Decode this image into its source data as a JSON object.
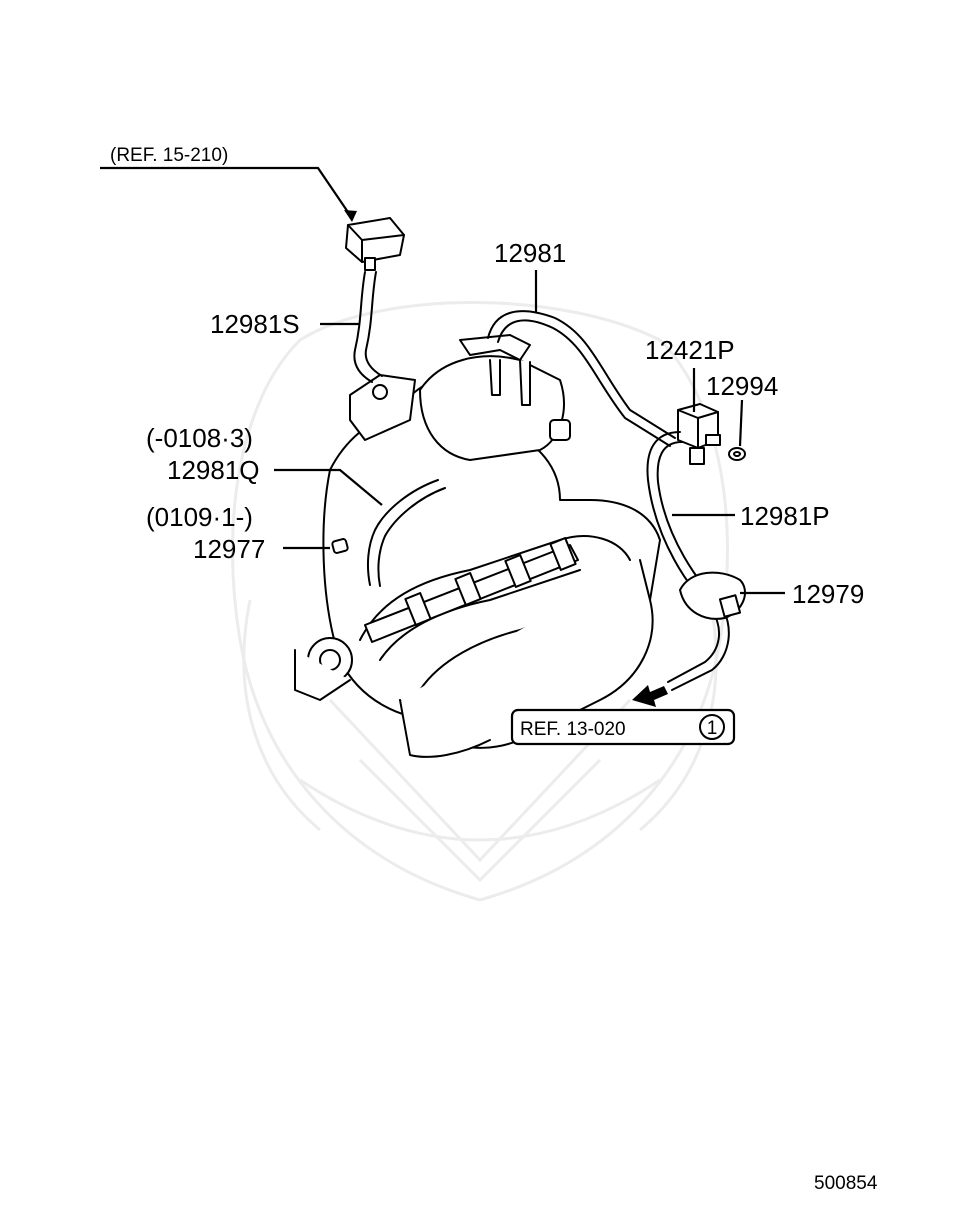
{
  "labels": {
    "ref_top": "(REF. 15-210)",
    "p12981s": "12981S",
    "p12981": "12981",
    "p12421p": "12421P",
    "p12994": "12994",
    "range_a": "(-0108·3)",
    "p12981q": "12981Q",
    "range_b": "(0109·1-)",
    "p12977": "12977",
    "p12981p": "12981P",
    "p12979": "12979",
    "ref_bottom": "REF. 13-020",
    "ref_bottom_circle": "1",
    "diagram_no": "500854"
  },
  "icons": [
    "sensor-icon",
    "solenoid-valve-icon",
    "nut-icon",
    "hose-clamp-icon",
    "arrow-icon",
    "intake-manifold-icon",
    "cap-icon"
  ],
  "colors": {
    "ink": "#000000",
    "watermark": "#ececec",
    "background": "#ffffff"
  }
}
